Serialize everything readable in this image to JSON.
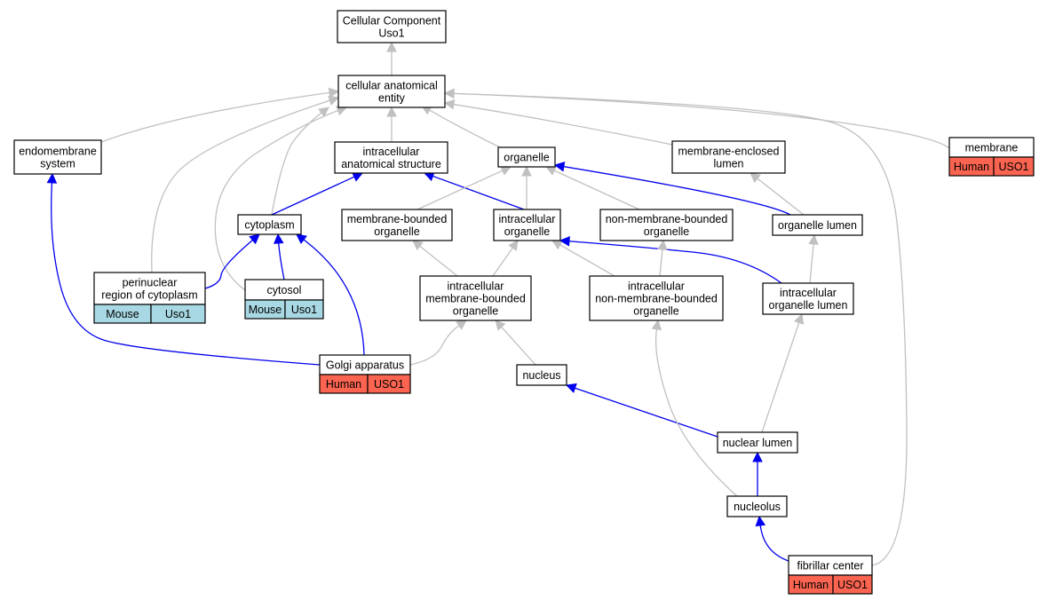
{
  "colors": {
    "edge_gray": "#c0c0c0",
    "edge_blue": "#0000ee",
    "human": "#fa6450",
    "mouse": "#a8d8e3"
  },
  "nodes": [
    {
      "id": "root",
      "lines": [
        "Cellular Component",
        "Uso1"
      ]
    },
    {
      "id": "cae",
      "lines": [
        "cellular anatomical",
        "entity"
      ]
    },
    {
      "id": "endo",
      "lines": [
        "endomembrane",
        "system"
      ]
    },
    {
      "id": "ias",
      "lines": [
        "intracellular",
        "anatomical structure"
      ]
    },
    {
      "id": "org",
      "lines": [
        "organelle"
      ]
    },
    {
      "id": "mel",
      "lines": [
        "membrane-enclosed",
        "lumen"
      ]
    },
    {
      "id": "mem",
      "lines": [
        "membrane"
      ]
    },
    {
      "id": "cyto",
      "lines": [
        "cytoplasm"
      ]
    },
    {
      "id": "mbo",
      "lines": [
        "membrane-bounded",
        "organelle"
      ]
    },
    {
      "id": "io",
      "lines": [
        "intracellular",
        "organelle"
      ]
    },
    {
      "id": "nmbo",
      "lines": [
        "non-membrane-bounded",
        "organelle"
      ]
    },
    {
      "id": "orgl",
      "lines": [
        "organelle lumen"
      ]
    },
    {
      "id": "peri",
      "lines": [
        "perinuclear",
        "region of cytoplasm"
      ]
    },
    {
      "id": "cytosol",
      "lines": [
        "cytosol"
      ]
    },
    {
      "id": "imbo",
      "lines": [
        "intracellular",
        "membrane-bounded",
        "organelle"
      ]
    },
    {
      "id": "inmbo",
      "lines": [
        "intracellular",
        "non-membrane-bounded",
        "organelle"
      ]
    },
    {
      "id": "iol",
      "lines": [
        "intracellular",
        "organelle lumen"
      ]
    },
    {
      "id": "golgi",
      "lines": [
        "Golgi apparatus"
      ]
    },
    {
      "id": "nucleus",
      "lines": [
        "nucleus"
      ]
    },
    {
      "id": "nl",
      "lines": [
        "nuclear lumen"
      ]
    },
    {
      "id": "nucleolus",
      "lines": [
        "nucleolus"
      ]
    },
    {
      "id": "fc",
      "lines": [
        "fibrillar center"
      ]
    }
  ],
  "annotations": {
    "mem": {
      "species": "Human",
      "gene": "USO1"
    },
    "peri": {
      "species": "Mouse",
      "gene": "Uso1"
    },
    "cytosol": {
      "species": "Mouse",
      "gene": "Uso1"
    },
    "golgi": {
      "species": "Human",
      "gene": "USO1"
    },
    "fc": {
      "species": "Human",
      "gene": "USO1"
    }
  },
  "edges": [
    {
      "from": "cae",
      "to": "root",
      "color": "gray"
    },
    {
      "from": "endo",
      "to": "cae",
      "color": "gray"
    },
    {
      "from": "ias",
      "to": "cae",
      "color": "gray"
    },
    {
      "from": "org",
      "to": "cae",
      "color": "gray"
    },
    {
      "from": "mel",
      "to": "cae",
      "color": "gray"
    },
    {
      "from": "mem",
      "to": "cae",
      "color": "gray"
    },
    {
      "from": "cyto",
      "to": "cae",
      "color": "gray"
    },
    {
      "from": "peri",
      "to": "cae",
      "color": "gray"
    },
    {
      "from": "cytosol",
      "to": "cae",
      "color": "gray"
    },
    {
      "from": "fc",
      "to": "cae",
      "color": "gray"
    },
    {
      "from": "cyto",
      "to": "ias",
      "color": "blue"
    },
    {
      "from": "io",
      "to": "ias",
      "color": "blue"
    },
    {
      "from": "mbo",
      "to": "org",
      "color": "gray"
    },
    {
      "from": "io",
      "to": "org",
      "color": "gray"
    },
    {
      "from": "nmbo",
      "to": "org",
      "color": "gray"
    },
    {
      "from": "orgl",
      "to": "org",
      "color": "blue"
    },
    {
      "from": "orgl",
      "to": "mel",
      "color": "gray"
    },
    {
      "from": "peri",
      "to": "cyto",
      "color": "blue"
    },
    {
      "from": "cytosol",
      "to": "cyto",
      "color": "blue"
    },
    {
      "from": "golgi",
      "to": "cyto",
      "color": "blue"
    },
    {
      "from": "golgi",
      "to": "endo",
      "color": "blue"
    },
    {
      "from": "imbo",
      "to": "mbo",
      "color": "gray"
    },
    {
      "from": "imbo",
      "to": "io",
      "color": "gray"
    },
    {
      "from": "inmbo",
      "to": "io",
      "color": "gray"
    },
    {
      "from": "iol",
      "to": "io",
      "color": "blue"
    },
    {
      "from": "inmbo",
      "to": "nmbo",
      "color": "gray"
    },
    {
      "from": "iol",
      "to": "orgl",
      "color": "gray"
    },
    {
      "from": "golgi",
      "to": "imbo",
      "color": "gray"
    },
    {
      "from": "nucleus",
      "to": "imbo",
      "color": "gray"
    },
    {
      "from": "nl",
      "to": "nucleus",
      "color": "blue"
    },
    {
      "from": "nl",
      "to": "iol",
      "color": "gray"
    },
    {
      "from": "nucleolus",
      "to": "nl",
      "color": "blue"
    },
    {
      "from": "nucleolus",
      "to": "inmbo",
      "color": "gray"
    },
    {
      "from": "fc",
      "to": "nucleolus",
      "color": "blue"
    }
  ]
}
